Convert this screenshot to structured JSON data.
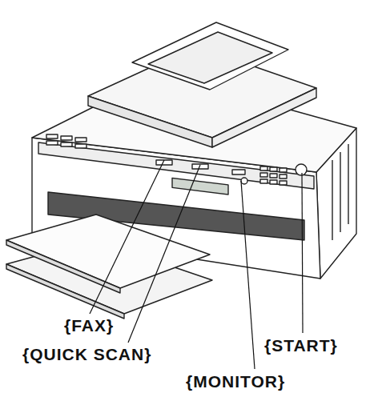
{
  "diagram": {
    "labels": [
      "{FAX}",
      "{QUICK SCAN}",
      "{START}",
      "{MONITOR}"
    ]
  }
}
